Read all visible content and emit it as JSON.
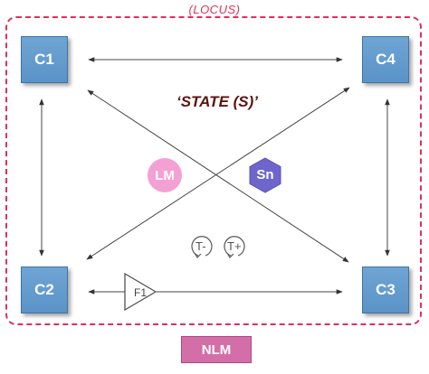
{
  "diagram": {
    "locus_label": "(LOCUS)",
    "state_label": "‘STATE (S)’",
    "nodes": {
      "c1": "C1",
      "c2": "C2",
      "c3": "C3",
      "c4": "C4"
    },
    "lm_label": "LM",
    "sn_label": "Sn",
    "t_minus_label": "T-",
    "t_plus_label": "T+",
    "f1_label": "F1",
    "nlm_label": "NLM",
    "colors": {
      "locus": "#e0305c",
      "node_fill": "#6fa5d4",
      "lm": "#f3a1d4",
      "sn": "#6e66cc",
      "nlm": "#d36ea8",
      "state_text": "#5a1410"
    }
  }
}
